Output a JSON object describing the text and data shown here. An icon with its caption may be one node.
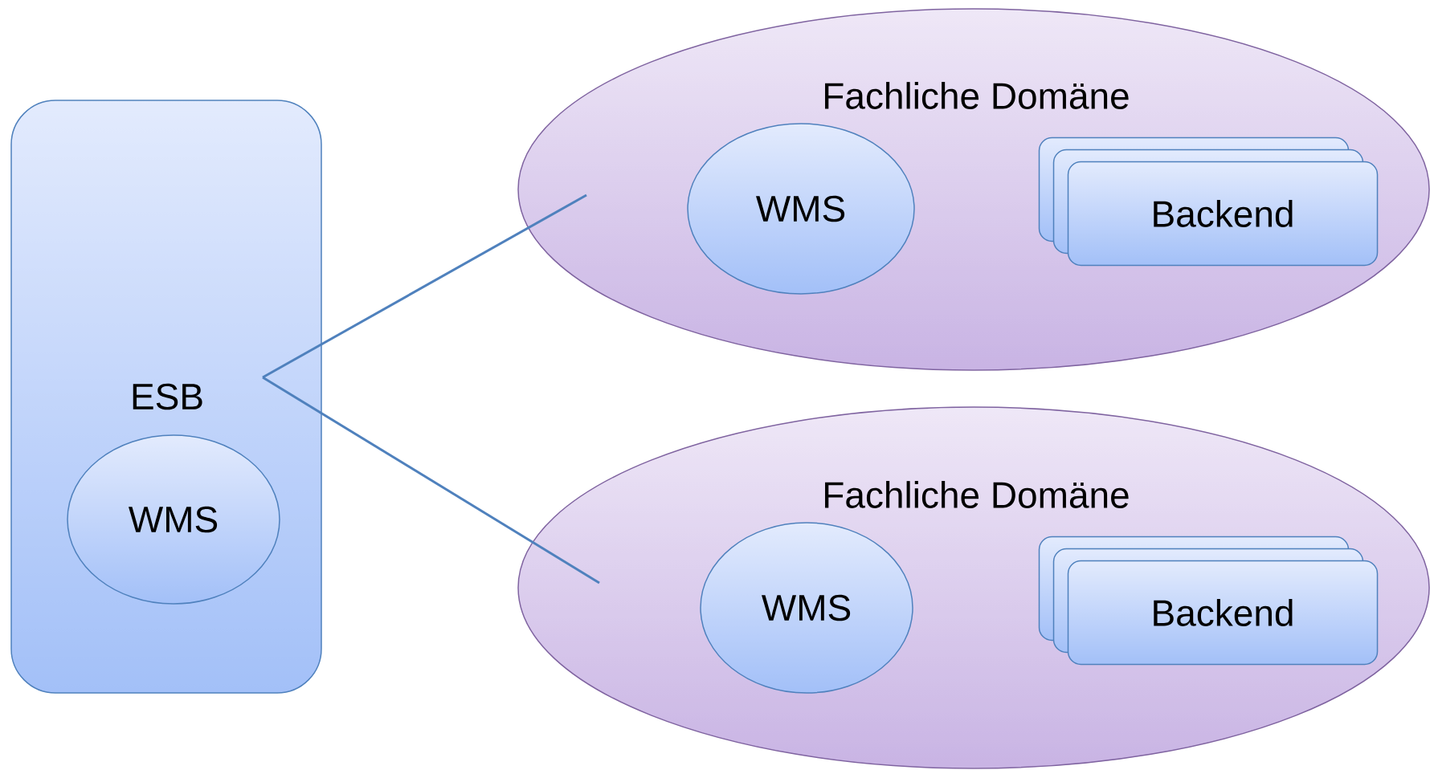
{
  "diagram": {
    "nodes": [
      {
        "text": [
          "ESB"
        ]
      },
      {
        "text": [
          "WMS"
        ],
        "in": 0
      },
      {
        "text": [
          "Fachliche Domäne"
        ]
      },
      {
        "text": [
          "WMS"
        ],
        "in": 2
      },
      {
        "text": [
          "Backend"
        ],
        "in": 2
      },
      {
        "text": [
          "Fachliche Domäne"
        ]
      },
      {
        "text": [
          "WMS"
        ],
        "in": 5
      },
      {
        "text": [
          "Backend"
        ],
        "in": 5
      }
    ],
    "edges": [
      {
        "from": 0,
        "to": 2,
        "arrow": "none"
      },
      {
        "from": 0,
        "to": 5,
        "arrow": "none"
      }
    ]
  }
}
